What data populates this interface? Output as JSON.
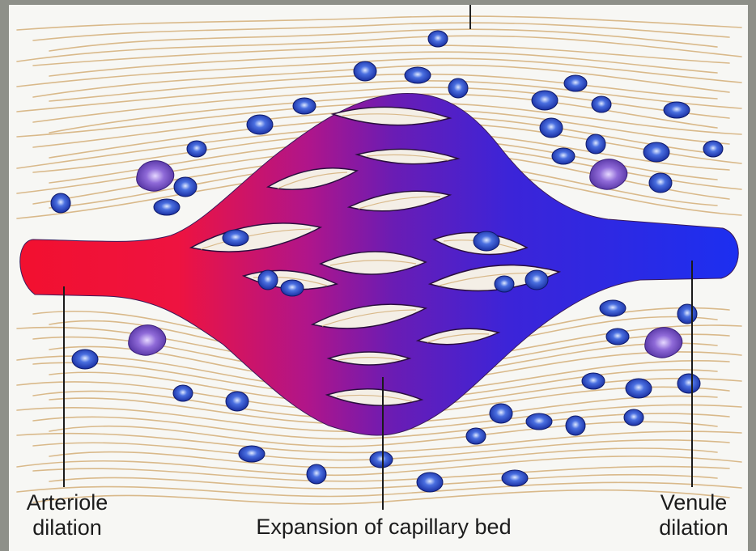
{
  "labels": {
    "arteriole_line1": "Arteriole",
    "arteriole_line2": "dilation",
    "capillary": "Expansion of capillary bed",
    "venule_line1": "Venule",
    "venule_line2": "dilation"
  },
  "colors": {
    "arterial_red": "#f2102f",
    "capillary_purple": "#7a1aa8",
    "venous_blue": "#1c2ff0",
    "fiber_tan": "#d9b98a",
    "cell_blue": "#2744b8",
    "background": "#f7f7f4",
    "frame_gray": "#8e9089"
  }
}
